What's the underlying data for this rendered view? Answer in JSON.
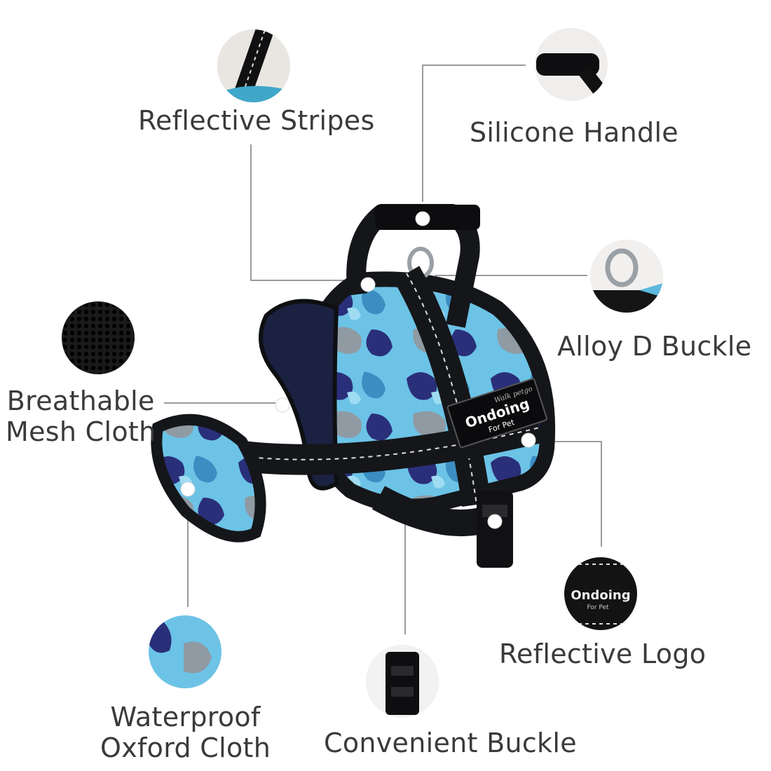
{
  "features": {
    "reflective_stripes": "Reflective Stripes",
    "silicone_handle": "Silicone Handle",
    "alloy_d_buckle": "Alloy D Buckle",
    "breathable_mesh": [
      "Breathable",
      "Mesh Cloth"
    ],
    "reflective_logo": "Reflective Logo",
    "waterproof_oxford": [
      "Waterproof",
      "Oxford Cloth"
    ],
    "convenient_buckle": "Convenient Buckle"
  },
  "logo": {
    "brand": "Ondoing",
    "tagline": "For Pet",
    "script": "Walk petgo"
  },
  "colors": {
    "text": "#3a3a3a",
    "strap": "#15161a",
    "camo_light": "#6cc3e6",
    "camo_mid": "#3b8ec2",
    "camo_dark": "#2a2f7a",
    "callout_line": "#7a7a7a"
  }
}
